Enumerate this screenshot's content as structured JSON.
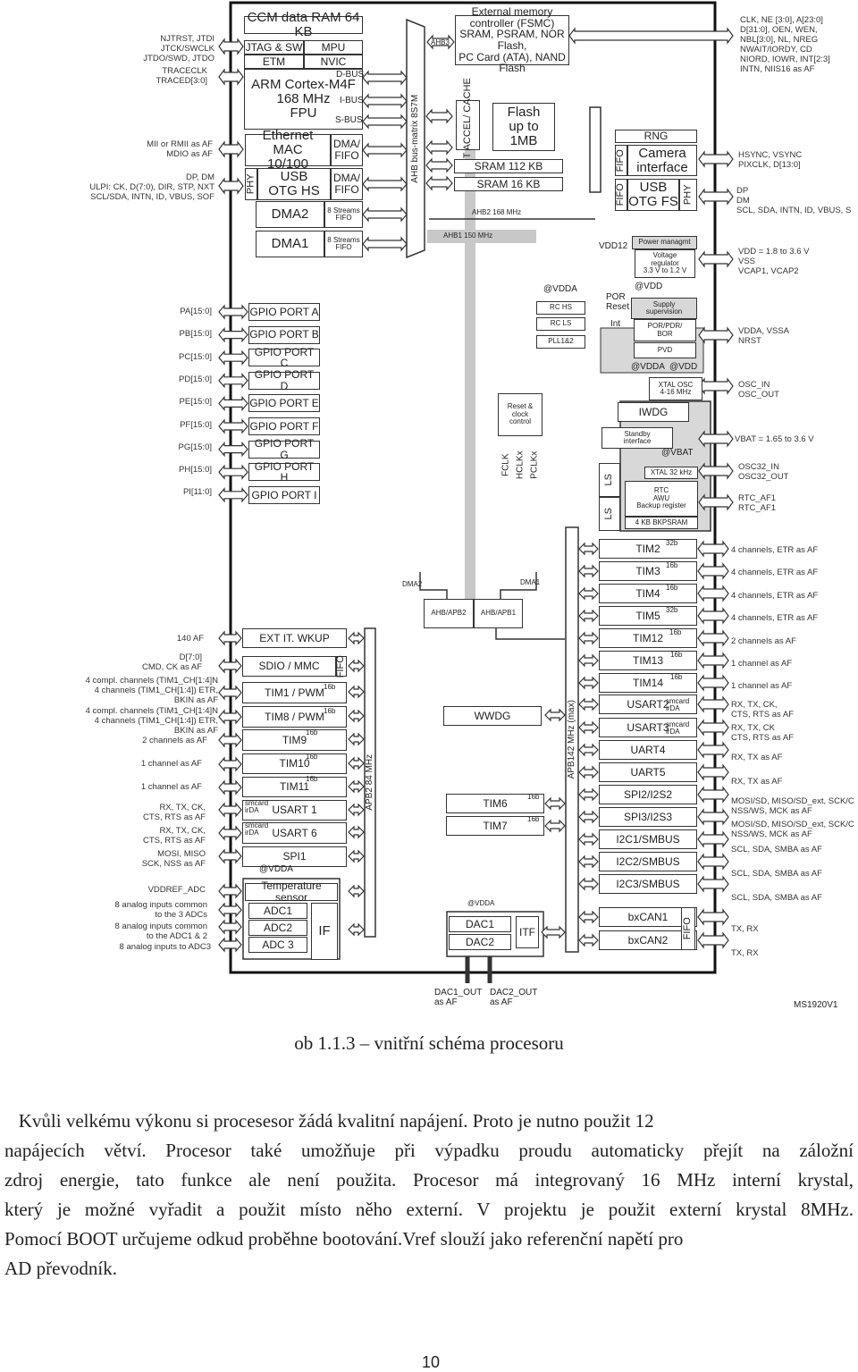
{
  "diagram": {
    "blocks": [
      "CCM data RAM 64 KB",
      "JTAG & SW",
      "MPU",
      "ETM",
      "NVIC",
      "ARM Cortex-M4F\n168 MHz\nFPU",
      "D-BUS",
      "I-BUS",
      "S-BUS",
      "Ethernet MAC\n10/100",
      "DMA/\nFIFO",
      "PHY",
      "USB\nOTG HS",
      "DMA/\nFIFO",
      "DMA2",
      "8 Streams\nFIFO",
      "DMA1",
      "8 Streams\nFIFO",
      "AHB bus-matrix 8S7M",
      "AHB3",
      "External memory\ncontroller (FSMC)\nSRAM, PSRAM, NOR Flash,\nPC Card (ATA), NAND Flash",
      "ART ACCEL/\nCACHE",
      "Flash\nup to\n1MB",
      "SRAM 112 KB",
      "SRAM 16 KB",
      "AHB2 168 MHz",
      "AHB1 150 MHz",
      "RNG",
      "FIFO",
      "Camera\ninterface",
      "FIFO",
      "USB\nOTG FS",
      "PHY",
      "Power managmt",
      "Voltage\nregulator\n3.3 V to 1.2 V",
      "VDD12",
      "@VDD",
      "@VDDA",
      "RC HS",
      "RC LS",
      "PLL1&2",
      "POR\nReset",
      "Int",
      "Supply\nsupervision",
      "POR/PDR/\nBOR",
      "PVD",
      "@VDDA  @VDD",
      "XTAL OSC\n4-16 MHz",
      "IWDG",
      "Reset &\nclock\ncontrol",
      "FCLK",
      "HCLKx",
      "PCLKx",
      "Standby\ninterface",
      "@VBAT",
      "XTAL 32 kHz",
      "RTC\nAWU\nBackup register",
      "4 KB BKPSRAM",
      "LS",
      "LS",
      "GPIO PORT A",
      "GPIO PORT B",
      "GPIO PORT C",
      "GPIO PORT D",
      "GPIO PORT E",
      "GPIO PORT F",
      "GPIO PORT G",
      "GPIO PORT H",
      "GPIO PORT I",
      "EXT IT. WKUP",
      "SDIO / MMC",
      "FIFO",
      "TIM1 / PWM",
      "TIM8 / PWM",
      "TIM9",
      "TIM10",
      "TIM11",
      "USART 1",
      "USART 6",
      "SPI1",
      "@VDDA",
      "Temperature sensor",
      "ADC1",
      "ADC2",
      "ADC 3",
      "IF",
      "APB2 84 MHz",
      "16b",
      "16b",
      "16b",
      "16b",
      "16b",
      "smcard\nirDA",
      "smcard\nirDA",
      "AHB/APB2",
      "AHB/APB1",
      "DMA2",
      "DMA1",
      "WWDG",
      "TIM6",
      "TIM7",
      "16b",
      "16b",
      "@VDDA",
      "DAC1",
      "DAC2",
      "ITF",
      "APB142 MHz (max)",
      "TIM2",
      "TIM3",
      "TIM4",
      "TIM5",
      "TIM12",
      "TIM13",
      "TIM14",
      "USART2",
      "USART3",
      "UART4",
      "UART5",
      "SPI2/I2S2",
      "SPI3/I2S3",
      "I2C1/SMBUS",
      "I2C2/SMBUS",
      "I2C3/SMBUS",
      "bxCAN1",
      "bxCAN2",
      "FIFO",
      "32b",
      "16b",
      "16b",
      "32b",
      "16b",
      "16b",
      "16b",
      "smcard\nirDA",
      "smcard\nirDA",
      "DAC1_OUT\nas AF",
      "DAC2_OUT\nas AF",
      "MS1920V1"
    ],
    "signals": [
      "NJTRST, JTDI\nJTCK/SWCLK\nJTDO/SWD, JTDO",
      "TRACECLK\nTRACED[3:0]",
      "MII or RMII as AF\nMDIO as AF",
      "DP, DM\nULPI: CK, D(7:0), DIR, STP, NXT\nSCL/SDA, INTN, ID, VBUS, SOF",
      "PA[15:0]",
      "PB[15:0]",
      "PC[15:0]",
      "PD[15:0]",
      "PE[15:0]",
      "PF[15:0]",
      "PG[15:0]",
      "PH[15:0]",
      "PI[11:0]",
      "140 AF",
      "D[7:0]\nCMD, CK as AF",
      "4 compl. channels (TIM1_CH[1:4]N\n4 channels (TIM1_CH[1:4]) ETR,\nBKIN as AF",
      "4 compl. channels (TIM1_CH[1:4]N\n4 channels (TIM1_CH[1:4]) ETR,\nBKIN as AF",
      "2 channels as AF",
      "1 channel as AF",
      "1 channel as AF",
      "RX, TX, CK,\nCTS, RTS as AF",
      "RX, TX, CK,\nCTS, RTS as AF",
      "MOSI, MISO\nSCK, NSS as AF",
      "VDDREF_ADC",
      "8 analog inputs common\nto the 3 ADCs",
      "8 analog inputs common\nto the ADC1 & 2",
      "8 analog inputs to ADC3",
      "CLK, NE [3:0], A[23:0]\nD[31:0], OEN, WEN,\nNBL[3:0], NL, NREG\nNWAIT/IORDY, CD\nNIORD, IOWR, INT[2:3]\nINTN, NIIS16 as AF",
      "HSYNC, VSYNC\nPIXCLK, D[13:0]",
      "DP\nDM\nSCL, SDA, INTN, ID, VBUS, S",
      "VDD = 1.8 to 3.6 V\nVSS\nVCAP1, VCAP2",
      "VDDA, VSSA\nNRST",
      "OSC_IN\nOSC_OUT",
      "VBAT = 1.65 to 3.6 V",
      "OSC32_IN\nOSC32_OUT",
      "RTC_AF1\nRTC_AF1",
      "4 channels, ETR as AF",
      "4 channels, ETR as AF",
      "4 channels, ETR as AF",
      "4 channels, ETR as AF",
      "2 channels as AF",
      "1 channel as AF",
      "1 channel as AF",
      "RX, TX, CK,\nCTS, RTS as AF",
      "RX, TX, CK\nCTS, RTS as AF",
      "RX, TX as AF",
      "RX, TX as AF",
      "MOSI/SD, MISO/SD_ext, SCK/C\nNSS/WS, MCK as AF",
      "MOSI/SD, MISO/SD_ext, SCK/C\nNSS/WS, MCK as AF",
      "SCL, SDA, SMBA as AF",
      "SCL, SDA, SMBA as AF",
      "SCL, SDA, SMBA as AF",
      "TX, RX",
      "TX, RX"
    ]
  },
  "caption": "ob 1.1.3 – vnitřní schéma procesoru",
  "paragraph": [
    "   Kvůli velkému výkonu si procesesor žádá kvalitní napájení. Proto je nutno použit 12",
    "napájecích  větví. Procesor také umožňuje při výpadku proudu automaticky přejít na záložní",
    "zdroj energie, tato funkce ale není použita. Procesor má integrovaný 16 MHz interní krystal,",
    "který je možné vyřadit a použit místo něho externí. V projektu je použit externí krystal 8MHz.",
    "Pomocí BOOT určujeme odkud proběhne bootování.Vref slouží jako referenční napětí pro",
    "AD převodník."
  ],
  "page_number": "10"
}
